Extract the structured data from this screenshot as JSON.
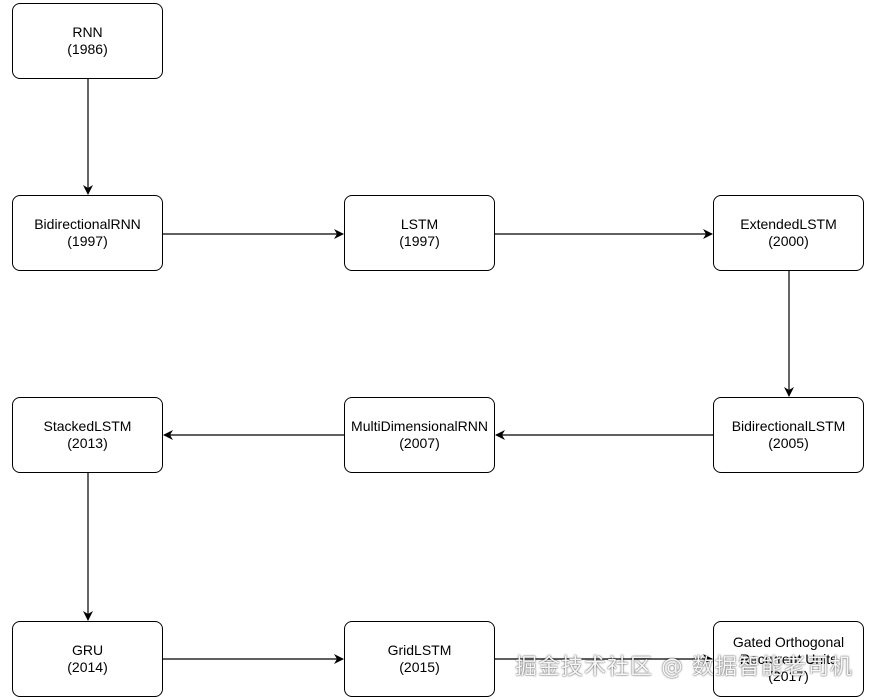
{
  "nodes": {
    "rnn": {
      "name": "RNN",
      "year": "(1986)"
    },
    "birnn": {
      "name": "BidirectionalRNN",
      "year": "(1997)"
    },
    "lstm": {
      "name": "LSTM",
      "year": "(1997)"
    },
    "extlstm": {
      "name": "ExtendedLSTM",
      "year": "(2000)"
    },
    "bilstm": {
      "name": "BidirectionalLSTM",
      "year": "(2005)"
    },
    "mdrnn": {
      "name": "MultiDimensionalRNN",
      "year": "(2007)"
    },
    "stacked": {
      "name": "StackedLSTM",
      "year": "(2013)"
    },
    "gru": {
      "name": "GRU",
      "year": "(2014)"
    },
    "grid": {
      "name": "GridLSTM",
      "year": "(2015)"
    },
    "goru": {
      "name_line1": "Gated Orthogonal",
      "name_line2": "Recurrent Units",
      "year": "(2017)"
    }
  },
  "edges": [
    {
      "from": "rnn",
      "to": "birnn"
    },
    {
      "from": "birnn",
      "to": "lstm"
    },
    {
      "from": "lstm",
      "to": "extlstm"
    },
    {
      "from": "extlstm",
      "to": "bilstm"
    },
    {
      "from": "bilstm",
      "to": "mdrnn"
    },
    {
      "from": "mdrnn",
      "to": "stacked"
    },
    {
      "from": "stacked",
      "to": "gru"
    },
    {
      "from": "gru",
      "to": "grid"
    },
    {
      "from": "grid",
      "to": "goru"
    }
  ],
  "watermark": "掘金技术社区 @ 数据智能老司机"
}
